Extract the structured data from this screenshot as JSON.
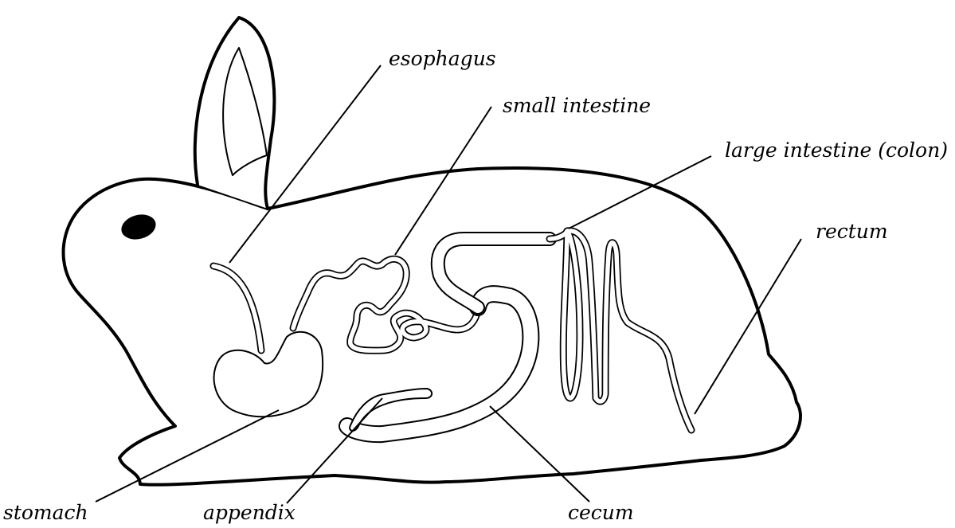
{
  "labels": {
    "esophagus": "esophagus",
    "small_intestine": "small intestine",
    "large_intestine": "large intestine (colon)",
    "rectum": "rectum",
    "stomach": "stomach",
    "appendix": "appendix",
    "cecum": "cecum"
  },
  "colors": {
    "line": "#000000",
    "fill": "#ffffff",
    "eye": "#000000"
  }
}
